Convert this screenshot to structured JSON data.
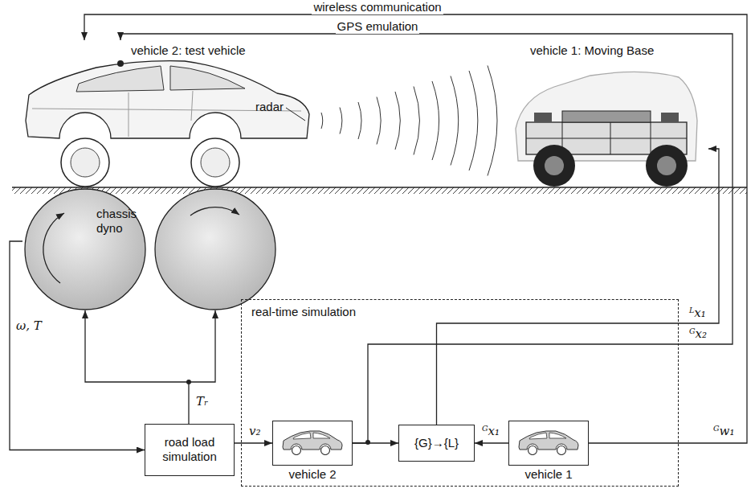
{
  "diagram": {
    "nodes": [
      {
        "text": [
          "vehicle 2: test vehicle"
        ]
      },
      {
        "text": [
          "vehicle 1: Moving Base"
        ]
      },
      {
        "text": [
          "chassis dyno"
        ]
      },
      {
        "text": [
          "road load simulation"
        ]
      },
      {
        "text": [
          "real-time simulation"
        ]
      },
      {
        "text": [
          "vehicle 2"
        ],
        "in": 4
      },
      {
        "text": [
          "{G}→{L}"
        ],
        "in": 4
      },
      {
        "text": [
          "vehicle 1"
        ],
        "in": 4
      }
    ],
    "edges": [
      {
        "from": 7,
        "to": 0,
        "arrow": "to",
        "label": "wireless communication"
      },
      {
        "from": 5,
        "to": 0,
        "arrow": "to",
        "label": "GPS emulation"
      },
      {
        "from": 6,
        "to": 1,
        "arrow": "to",
        "label": "ᴸx₁"
      },
      {
        "from": 2,
        "to": 3,
        "arrow": "to",
        "label": "ω, T"
      },
      {
        "from": 3,
        "to": 2,
        "arrow": "to",
        "label": "Tᵣ"
      },
      {
        "from": 3,
        "to": 5,
        "arrow": "to",
        "label": "v₂"
      },
      {
        "from": 5,
        "to": 6,
        "arrow": "to"
      },
      {
        "from": 7,
        "to": 6,
        "arrow": "to",
        "label": "ᴳx₁"
      }
    ],
    "labels": [
      "radar",
      "ᴳx₂",
      "ᴳw₁"
    ]
  }
}
